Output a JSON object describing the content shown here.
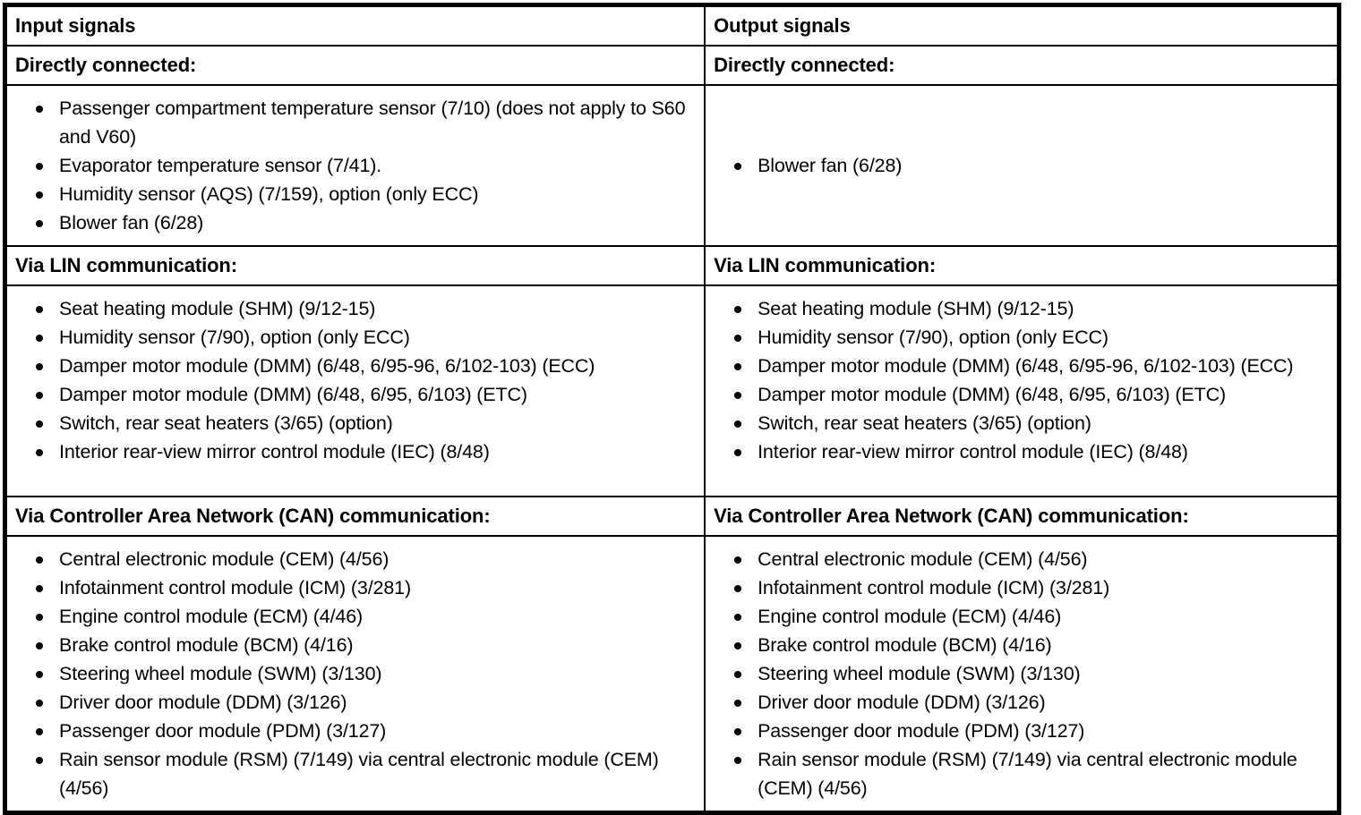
{
  "table": {
    "columns": [
      {
        "header": "Input signals"
      },
      {
        "header": "Output signals"
      }
    ],
    "sections": [
      {
        "key": "directly_connected",
        "heading_left": "Directly connected:",
        "heading_right": "Directly connected:",
        "items_left": [
          "Passenger compartment temperature sensor (7/10) (does not apply to S60 and V60)",
          "Evaporator temperature sensor (7/41).",
          "Humidity sensor (AQS) (7/159), option (only ECC)",
          "Blower fan (6/28)"
        ],
        "items_right": [
          "Blower fan (6/28)"
        ]
      },
      {
        "key": "lin_communication",
        "heading_left": "Via LIN communication:",
        "heading_right": "Via LIN communication:",
        "items_left": [
          "Seat heating module (SHM) (9/12-15)",
          "Humidity sensor (7/90), option (only ECC)",
          "Damper motor module (DMM) (6/48, 6/95-96, 6/102-103) (ECC)",
          "Damper motor module (DMM) (6/48, 6/95, 6/103) (ETC)",
          "Switch, rear seat heaters (3/65) (option)",
          "Interior rear-view mirror control module (IEC) (8/48)"
        ],
        "items_right": [
          "Seat heating module (SHM) (9/12-15)",
          "Humidity sensor (7/90), option (only ECC)",
          "Damper motor module (DMM) (6/48, 6/95-96, 6/102-103) (ECC)",
          "Damper motor module (DMM) (6/48, 6/95, 6/103) (ETC)",
          "Switch, rear seat heaters (3/65) (option)",
          "Interior rear-view mirror control module (IEC) (8/48)"
        ]
      },
      {
        "key": "can_communication",
        "heading_left": "Via Controller Area Network (CAN) communication:",
        "heading_right": "Via Controller Area Network (CAN) communication:",
        "items_left": [
          "Central electronic module (CEM) (4/56)",
          "Infotainment control module (ICM) (3/281)",
          "Engine control module (ECM) (4/46)",
          "Brake control module (BCM) (4/16)",
          "Steering wheel module (SWM) (3/130)",
          "Driver door module (DDM) (3/126)",
          "Passenger door module (PDM) (3/127)",
          "Rain sensor module (RSM) (7/149) via central electronic module (CEM) (4/56)"
        ],
        "items_right": [
          "Central electronic module (CEM) (4/56)",
          "Infotainment control module (ICM) (3/281)",
          "Engine control module (ECM) (4/46)",
          "Brake control module (BCM) (4/16)",
          "Steering wheel module (SWM) (3/130)",
          "Driver door module (DDM) (3/126)",
          "Passenger door module (PDM) (3/127)",
          "Rain sensor module (RSM) (7/149) via central electronic module (CEM) (4/56)"
        ]
      }
    ]
  },
  "colors": {
    "border": "#000000",
    "text": "#000000",
    "background": "#ffffff"
  }
}
